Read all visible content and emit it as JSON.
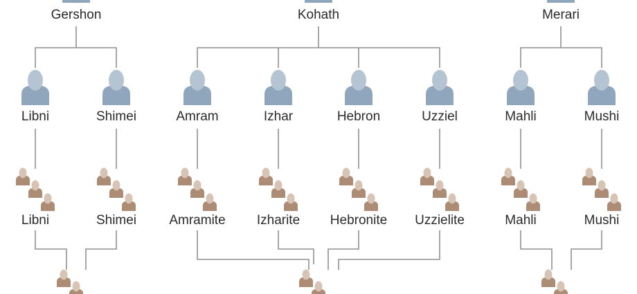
{
  "colors": {
    "line": "#8f8f8f",
    "person_head": "#b5c4d3",
    "person_body": "#8fa6bc",
    "clan_head": "#d8c4b4",
    "clan_body": "#ad8c76"
  },
  "sons": [
    {
      "name": "Gershon",
      "grandsons": [
        "Libni",
        "Shimei"
      ],
      "clans": [
        "Libni",
        "Shimei"
      ]
    },
    {
      "name": "Kohath",
      "grandsons": [
        "Amram",
        "Izhar",
        "Hebron",
        "Uzziel"
      ],
      "clans": [
        "Amramite",
        "Izharite",
        "Hebronite",
        "Uzzielite"
      ]
    },
    {
      "name": "Merari",
      "grandsons": [
        "Mahli",
        "Mushi"
      ],
      "clans": [
        "Mahli",
        "Mushi"
      ]
    }
  ]
}
